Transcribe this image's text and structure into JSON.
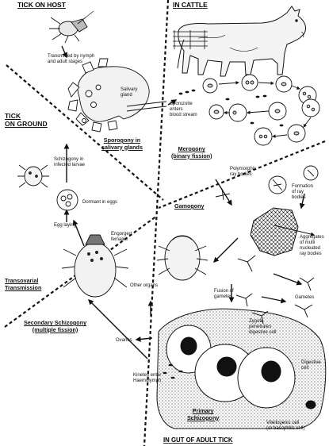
{
  "regions": {
    "tick_on_host": "TICK ON HOST",
    "in_cattle": "IN CATTLE",
    "tick_on_ground": "TICK\nON GROUND",
    "in_gut_of_adult_tick": "IN GUT OF ADULT TICK"
  },
  "stages": {
    "sporogony": "Sporogony in\nsalivary glands",
    "merogony": "Merogony\n(binary fission)",
    "gamogony": "Gamogony",
    "transovarial": "Transovarial\nTransmission",
    "secondary_schizogony": "Secondary Schizogony\n(multiple fission)",
    "primary_schizogony": "Primary\nSchizogony"
  },
  "labels": {
    "transmitted": "Transmitted by nymph\nand adult stages",
    "salivary_gland": "Salivary\ngland",
    "sporozoite": "Sporozoite\nenters\nblood stream",
    "polymorphic": "Polymorphic\nray bodies",
    "formation_ray": "Formation\nof ray\nbodies",
    "aggregates": "Aggregates\nof multi\nnucleated\nray bodies",
    "schizogony_larvae": "Schizogony in\ninfected larvae",
    "dormant_eggs": "Dormant in eggs",
    "egg_laying": "Egg laying",
    "engorged_females": "Engorged\nfemales",
    "other_organs": "Other organs",
    "ovaries": "Ovaries",
    "kinetes": "Kinetes enter\nHaemolymph",
    "fusion_gametes": "Fusion of\ngametes",
    "gametes": "Gametes",
    "zygote": "Zygote\npenetrates\ndigestive cell",
    "digestive_cell": "Digestive\ncell",
    "vitellogenic": "Vitellogenic cell\n(or basophilic cell)"
  }
}
